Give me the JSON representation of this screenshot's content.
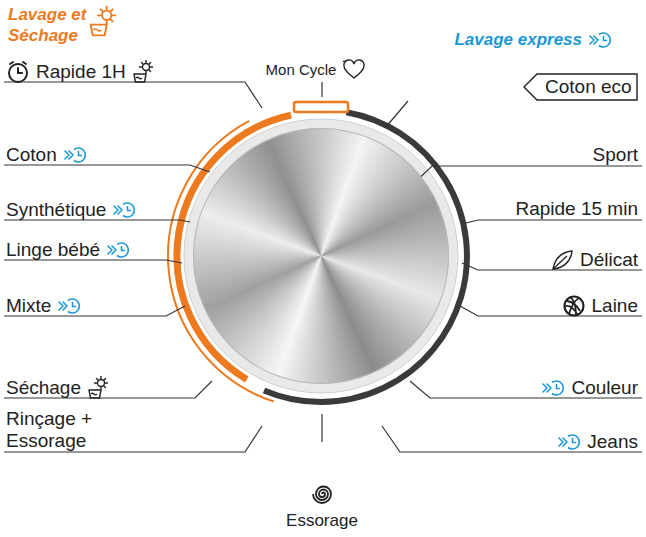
{
  "diagram": {
    "nodes": [
      {
        "text": [
          "Coton eco"
        ]
      }
    ],
    "labels": [
      "Lavage et Séchage",
      "Lavage express",
      "Mon Cycle",
      "Rapide 1H",
      "Coton",
      "Synthétique",
      "Linge bébé",
      "Mixte",
      "Séchage",
      "Rinçage + Essorage",
      "Sport",
      "Rapide 15 min",
      "Délicat",
      "Laine",
      "Couleur",
      "Jeans",
      "Essorage"
    ]
  }
}
